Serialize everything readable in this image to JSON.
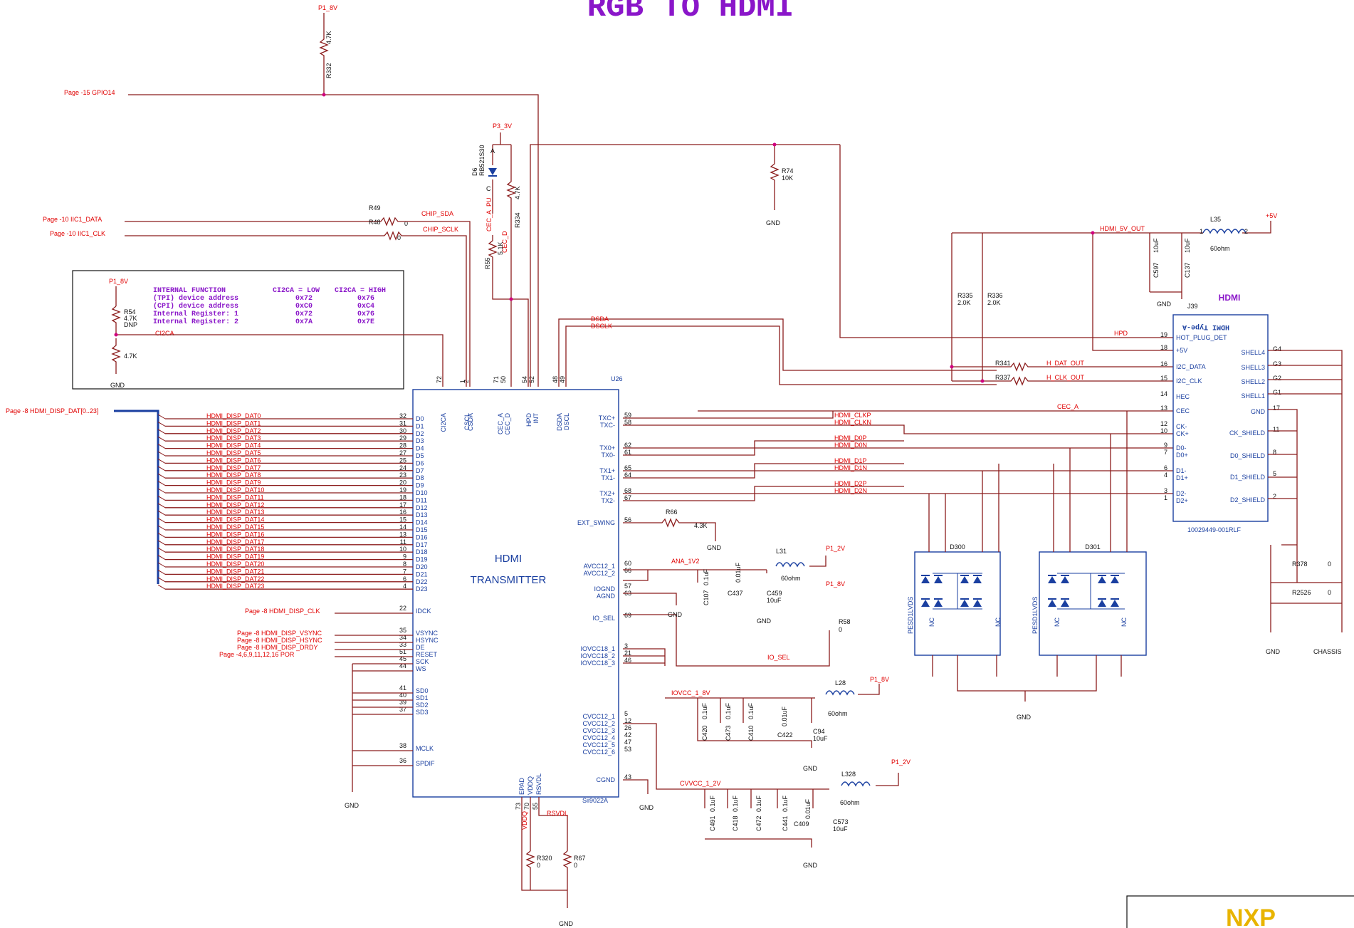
{
  "title": "RGB TO HDMI",
  "power": {
    "p1_8v": "P1_8V",
    "p3_3v": "P3_3V",
    "p1_2v": "P1_2V",
    "p5v": "+5V",
    "gnd": "GND",
    "chassis": "CHASSIS"
  },
  "offpage": {
    "gpio14": "Page -15   GPIO14",
    "iic1_data": "Page -10    IIC1_DATA",
    "iic1_clk": "Page -10    IIC1_CLK",
    "disp_dat": "Page -8    HDMI_DISP_DAT[0..23]",
    "disp_clk": "Page -8    HDMI_DISP_CLK",
    "vsync": "Page -8    HDMI_DISP_VSYNC",
    "hsync": "Page -8    HDMI_DISP_HSYNC",
    "drdy": "Page -8    HDMI_DISP_DRDY",
    "por": "Page -4,6,9,11,12,16        POR"
  },
  "nets": {
    "chip_sda": "CHIP_SDA",
    "chip_sclk": "CHIP_SCLK",
    "ci2ca": "CI2CA",
    "dsda": "DSDA",
    "dsclk": "DSCLK",
    "hdmi_5v_out": "HDMI_5V_OUT",
    "hpd": "HPD",
    "h_dat_out": "H_DAT_OUT",
    "h_clk_out": "H_CLK_OUT",
    "cec_a": "CEC_A",
    "cec_a_pu": "CEC_A_PU",
    "cec_d": "CEC_D",
    "ana_1v2": "ANA_1V2",
    "io_sel": "IO_SEL",
    "iovcc_1v8": "IOVCC_1_8V",
    "cvvcc_1v2": "CVVCC_1_2V",
    "vddq": "VDDQ",
    "rsvdl": "RSVDL",
    "clkp": "HDMI_CLKP",
    "clkn": "HDMI_CLKN",
    "d0p": "HDMI_D0P",
    "d0n": "HDMI_D0N",
    "d1p": "HDMI_D1P",
    "d1n": "HDMI_D1N",
    "d2p": "HDMI_D2P",
    "d2n": "HDMI_D2N"
  },
  "dat_bus": [
    "HDMI_DISP_DAT0",
    "HDMI_DISP_DAT1",
    "HDMI_DISP_DAT2",
    "HDMI_DISP_DAT3",
    "HDMI_DISP_DAT4",
    "HDMI_DISP_DAT5",
    "HDMI_DISP_DAT6",
    "HDMI_DISP_DAT7",
    "HDMI_DISP_DAT8",
    "HDMI_DISP_DAT9",
    "HDMI_DISP_DAT10",
    "HDMI_DISP_DAT11",
    "HDMI_DISP_DAT12",
    "HDMI_DISP_DAT13",
    "HDMI_DISP_DAT14",
    "HDMI_DISP_DAT15",
    "HDMI_DISP_DAT16",
    "HDMI_DISP_DAT17",
    "HDMI_DISP_DAT18",
    "HDMI_DISP_DAT19",
    "HDMI_DISP_DAT20",
    "HDMI_DISP_DAT21",
    "HDMI_DISP_DAT22",
    "HDMI_DISP_DAT23"
  ],
  "dat_pins": [
    "32",
    "31",
    "30",
    "29",
    "28",
    "27",
    "25",
    "24",
    "23",
    "20",
    "19",
    "18",
    "17",
    "16",
    "15",
    "14",
    "13",
    "11",
    "10",
    "9",
    "8",
    "7",
    "6",
    "4"
  ],
  "dat_names": [
    "D0",
    "D1",
    "D2",
    "D3",
    "D4",
    "D5",
    "D6",
    "D7",
    "D8",
    "D9",
    "D10",
    "D11",
    "D12",
    "D13",
    "D14",
    "D15",
    "D16",
    "D17",
    "D18",
    "D19",
    "D20",
    "D21",
    "D22",
    "D23"
  ],
  "u26": {
    "ref": "U26",
    "part": "Sii9022A",
    "line1": "HDMI",
    "line2": "TRANSMITTER",
    "top_pins": [
      {
        "n": "72",
        "s": "CI2CA"
      },
      {
        "n": "1",
        "s": "CSCL"
      },
      {
        "n": "2",
        "s": "CSDA"
      },
      {
        "n": "71",
        "s": "CEC_A"
      },
      {
        "n": "50",
        "s": "CEC_D"
      },
      {
        "n": "54",
        "s": "HPD"
      },
      {
        "n": "52",
        "s": "INT"
      },
      {
        "n": "48",
        "s": "DSDA"
      },
      {
        "n": "49",
        "s": "DSCL"
      }
    ],
    "left_misc": [
      {
        "n": "22",
        "s": "IDCK"
      },
      {
        "n": "35",
        "s": "VSYNC"
      },
      {
        "n": "34",
        "s": "HSYNC"
      },
      {
        "n": "33",
        "s": "DE"
      },
      {
        "n": "51",
        "s": "RESET"
      },
      {
        "n": "45",
        "s": "SCK"
      },
      {
        "n": "44",
        "s": "WS"
      },
      {
        "n": "41",
        "s": "SD0"
      },
      {
        "n": "40",
        "s": "SD1"
      },
      {
        "n": "39",
        "s": "SD2"
      },
      {
        "n": "37",
        "s": "SD3"
      },
      {
        "n": "38",
        "s": "MCLK"
      },
      {
        "n": "36",
        "s": "SPDIF"
      }
    ],
    "right_pins": [
      {
        "n": "59",
        "s": "TXC+"
      },
      {
        "n": "58",
        "s": "TXC-"
      },
      {
        "n": "62",
        "s": "TX0+"
      },
      {
        "n": "61",
        "s": "TX0-"
      },
      {
        "n": "65",
        "s": "TX1+"
      },
      {
        "n": "64",
        "s": "TX1-"
      },
      {
        "n": "68",
        "s": "TX2+"
      },
      {
        "n": "67",
        "s": "TX2-"
      },
      {
        "n": "56",
        "s": "EXT_SWING"
      },
      {
        "n": "60",
        "s": "AVCC12_1"
      },
      {
        "n": "66",
        "s": "AVCC12_2"
      },
      {
        "n": "57",
        "s": "IOGND"
      },
      {
        "n": "63",
        "s": "AGND"
      },
      {
        "n": "69",
        "s": "IO_SEL"
      },
      {
        "n": "3",
        "s": "IOVCC18_1"
      },
      {
        "n": "21",
        "s": "IOVCC18_2"
      },
      {
        "n": "46",
        "s": "IOVCC18_3"
      },
      {
        "n": "5",
        "s": "CVCC12_1"
      },
      {
        "n": "12",
        "s": "CVCC12_2"
      },
      {
        "n": "26",
        "s": "CVCC12_3"
      },
      {
        "n": "42",
        "s": "CVCC12_4"
      },
      {
        "n": "47",
        "s": "CVCC12_5"
      },
      {
        "n": "53",
        "s": "CVCC12_6"
      },
      {
        "n": "43",
        "s": "CGND"
      }
    ],
    "bottom_pins": [
      {
        "n": "73",
        "s": "EPAD"
      },
      {
        "n": "70",
        "s": "VDDQ"
      },
      {
        "n": "55",
        "s": "RSVDL"
      }
    ]
  },
  "table": {
    "header": [
      "INTERNAL FUNCTION",
      "CI2CA = LOW",
      "CI2CA = HIGH"
    ],
    "rows": [
      [
        "(TPI) device address",
        "0x72",
        "0x76"
      ],
      [
        "(CPI) device address",
        "0xC0",
        "0xC4"
      ],
      [
        "Internal Register: 1",
        "0x72",
        "0x76"
      ],
      [
        "Internal Register: 2",
        "0x7A",
        "0x7E"
      ]
    ]
  },
  "parts": {
    "r332": "R332",
    "r332v": "4.7K",
    "d6": "D6",
    "d6p": "RB521S30",
    "r334": "R334",
    "r334v": "4.7K",
    "r55": "R55",
    "r55v": "5.1K",
    "r49a": "R49",
    "r49b": "R48",
    "zero": "0",
    "r54": "R54",
    "r54v": "4.7K",
    "dnp": "DNP",
    "r54b": "4.7K",
    "r74": "R74",
    "r74v": "10K",
    "r335": "R335",
    "r336": "R336",
    "r2k": "2.0K",
    "r341": "R341",
    "r337": "R337",
    "l35": "L35",
    "l35v": "60ohm",
    "c597": "C597",
    "c597v": "10uF",
    "c137": "C137",
    "c137v": "10uF",
    "r66": "R66",
    "r66v": "4.3K",
    "l31": "L31",
    "c107": "C107",
    "c437": "C437",
    "c459": "C459",
    "r58": "R58",
    "l28": "L28",
    "c420": "C420",
    "c473": "C473",
    "c410": "C410",
    "c422": "C422",
    "c94": "C94",
    "l328": "L328",
    "c491": "C491",
    "c418": "C418",
    "c472": "C472",
    "c441": "C441",
    "c409": "C409",
    "c573": "C573",
    "r320": "R320",
    "r67": "R67",
    "d300": "D300",
    "d301": "D301",
    "pesd": "PESD1LVDS",
    "nc": "NC",
    "r378": "R378",
    "r2526": "R2526",
    "v01": "0.1uF",
    "v001": "0.01uF",
    "v10": "10uF",
    "sixty": "60ohm",
    "pin1": "1",
    "pin2": "2",
    "anode": "A",
    "cathode": "C"
  },
  "j39": {
    "title": "HDMI",
    "ref": "J39",
    "part": "10029449-001RLF",
    "type": "HDMI Type-A",
    "left": [
      {
        "n": "19",
        "s": "HOT_PLUG_DET"
      },
      {
        "n": "18",
        "s": "+5V"
      },
      {
        "n": "16",
        "s": "I2C_DATA"
      },
      {
        "n": "15",
        "s": "I2C_CLK"
      },
      {
        "n": "14",
        "s": "HEC"
      },
      {
        "n": "13",
        "s": "CEC"
      },
      {
        "n": "12",
        "s": "CK-"
      },
      {
        "n": "10",
        "s": "CK+"
      },
      {
        "n": "9",
        "s": "D0-"
      },
      {
        "n": "7",
        "s": "D0+"
      },
      {
        "n": "6",
        "s": "D1-"
      },
      {
        "n": "4",
        "s": "D1+"
      },
      {
        "n": "3",
        "s": "D2-"
      },
      {
        "n": "1",
        "s": "D2+"
      }
    ],
    "right": [
      {
        "n": "G4",
        "s": "SHELL4"
      },
      {
        "n": "G3",
        "s": "SHELL3"
      },
      {
        "n": "G2",
        "s": "SHELL2"
      },
      {
        "n": "G1",
        "s": "SHELL1"
      },
      {
        "n": "17",
        "s": "GND"
      },
      {
        "n": "11",
        "s": "CK_SHIELD"
      },
      {
        "n": "8",
        "s": "D0_SHIELD"
      },
      {
        "n": "5",
        "s": "D1_SHIELD"
      },
      {
        "n": "2",
        "s": "D2_SHIELD"
      }
    ]
  },
  "logo_text": "NXP"
}
